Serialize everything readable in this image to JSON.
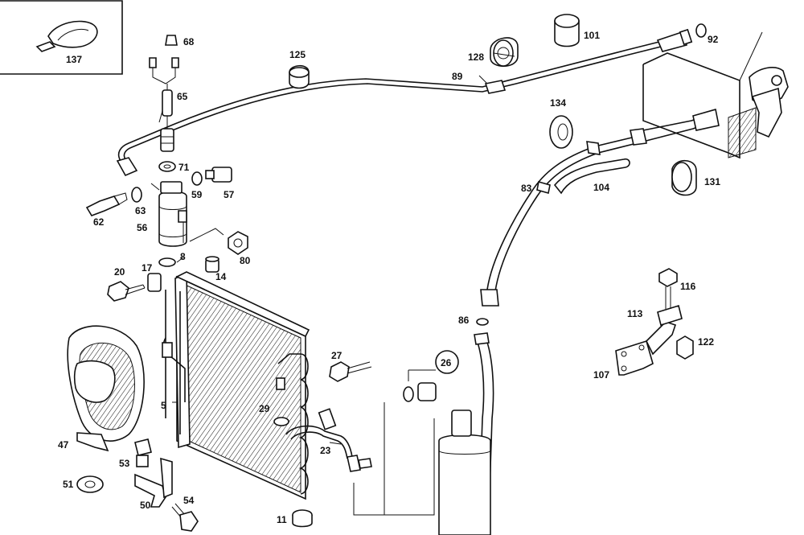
{
  "callouts": {
    "c137": "137",
    "c68": "68",
    "c65": "65",
    "c71": "71",
    "c59": "59",
    "c57": "57",
    "c62": "62",
    "c63": "63",
    "c56": "56",
    "c8": "8",
    "c80": "80",
    "c14": "14",
    "c17": "17",
    "c20": "20",
    "c125": "125",
    "c89": "89",
    "c128": "128",
    "c101": "101",
    "c92": "92",
    "c134": "134",
    "c83": "83",
    "c104": "104",
    "c131": "131",
    "c116": "116",
    "c113": "113",
    "c122": "122",
    "c107": "107",
    "c86": "86",
    "c26": "26",
    "c27": "27",
    "c29": "29",
    "c23": "23",
    "c5": "5",
    "c47": "47",
    "c53": "53",
    "c51": "51",
    "c50": "50",
    "c54": "54",
    "c11": "11"
  }
}
